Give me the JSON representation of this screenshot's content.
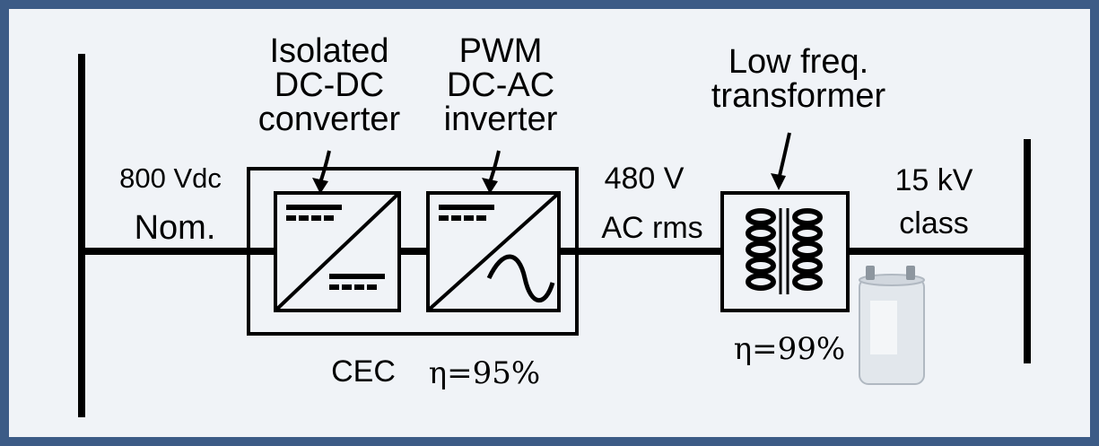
{
  "diagram": {
    "left_bus": {
      "voltage": "800 Vdc",
      "rating": "Nom."
    },
    "converter": {
      "line1": "Isolated",
      "line2": "DC-DC",
      "line3": "converter"
    },
    "inverter": {
      "line1": "PWM",
      "line2": "DC-AC",
      "line3": "inverter"
    },
    "ac_link": {
      "voltage": "480 V",
      "rating": "AC rms"
    },
    "transformer": {
      "line1": "Low freq.",
      "line2": "transformer",
      "efficiency": "η=99%"
    },
    "right_bus": {
      "voltage": "15 kV",
      "rating": "class"
    },
    "cec": {
      "label": "CEC",
      "efficiency": "η=95%"
    }
  },
  "colors": {
    "frame": "#3c5b86",
    "background": "#f0f3f7",
    "line": "#000000"
  }
}
